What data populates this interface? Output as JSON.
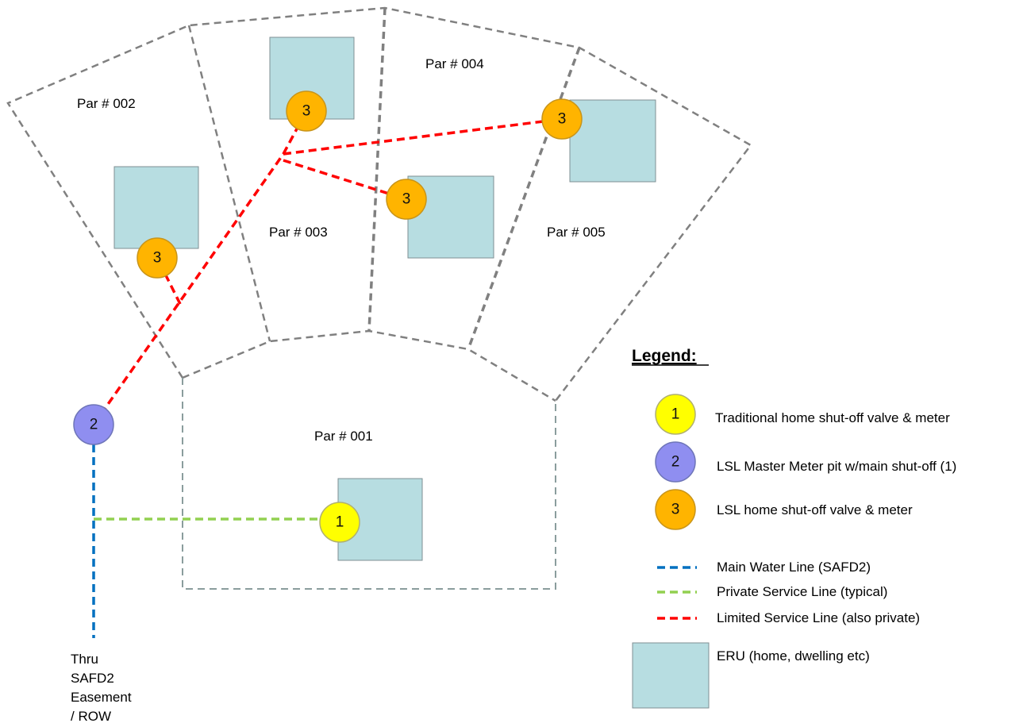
{
  "colors": {
    "boundary": "#808080",
    "boundary_p001": "#8a9d9d",
    "eru_fill": "#b7dde1",
    "eru_stroke": "#7f8f93",
    "main_line": "#0070c0",
    "private_line": "#92d050",
    "limited_line": "#ff0000",
    "node1": "#ffff00",
    "node2": "#8f8ef0",
    "node3": "#ffb400"
  },
  "parcels": {
    "p001": "Par # 001",
    "p002": "Par # 002",
    "p003": "Par # 003",
    "p004": "Par # 004",
    "p005": "Par # 005"
  },
  "nodes": {
    "n1": "1",
    "n2": "2",
    "n3": "3"
  },
  "easement": {
    "line1": "Thru",
    "line2": "SAFD2",
    "line3": "Easement",
    "line4": "/ ROW"
  },
  "legend": {
    "title": "Legend:",
    "item1": "Traditional home shut-off valve & meter",
    "item2": "LSL Master Meter pit w/main shut-off (1)",
    "item3": "LSL home shut-off valve & meter",
    "main": "Main Water Line (SAFD2)",
    "private": "Private Service Line (typical)",
    "limited": "Limited Service Line (also private)",
    "eru": "ERU (home, dwelling etc)"
  }
}
